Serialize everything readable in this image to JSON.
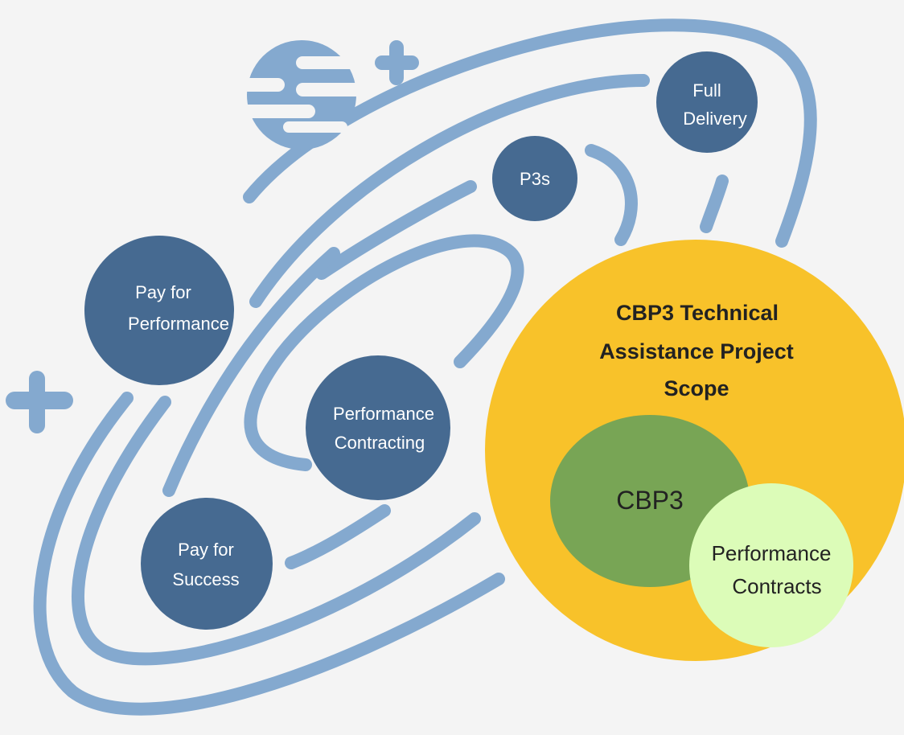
{
  "colors": {
    "background": "#f4f4f4",
    "orbit": "#84a9cf",
    "node": "#466a91",
    "node_text": "#ffffff",
    "scope_fill": "#f8c22a",
    "scope_text": "#222222",
    "cbp3_fill": "#78a555",
    "contracts_fill": "#dcfcb8",
    "inner_text": "#222222"
  },
  "nodes": {
    "full_delivery": {
      "line1": "Full",
      "line2": "Delivery"
    },
    "p3s": {
      "line1": "P3s"
    },
    "pay_for_performance": {
      "line1": "Pay for",
      "line2": "Performance"
    },
    "performance_contracting": {
      "line1": "Performance",
      "line2": "Contracting"
    },
    "pay_for_success": {
      "line1": "Pay for",
      "line2": "Success"
    }
  },
  "scope": {
    "line1": "CBP3 Technical",
    "line2": "Assistance Project",
    "line3": "Scope"
  },
  "inner": {
    "cbp3": "CBP3",
    "contracts_line1": "Performance",
    "contracts_line2": "Contracts"
  },
  "decor": {
    "planet_icon": "planet-icon",
    "sparkle_icon": "plus-sparkle-icon"
  }
}
